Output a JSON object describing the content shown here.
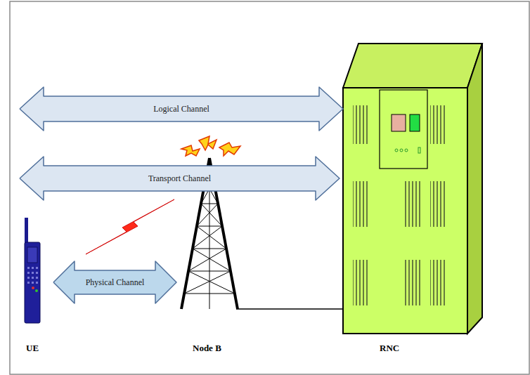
{
  "diagram": {
    "nodes": [
      {
        "text": [
          "Logical Channel"
        ]
      },
      {
        "text": [
          "Transport Channel"
        ]
      },
      {
        "text": [
          "Physical Channel"
        ]
      }
    ],
    "labels": [
      "UE",
      "Node B",
      "RNC"
    ]
  }
}
